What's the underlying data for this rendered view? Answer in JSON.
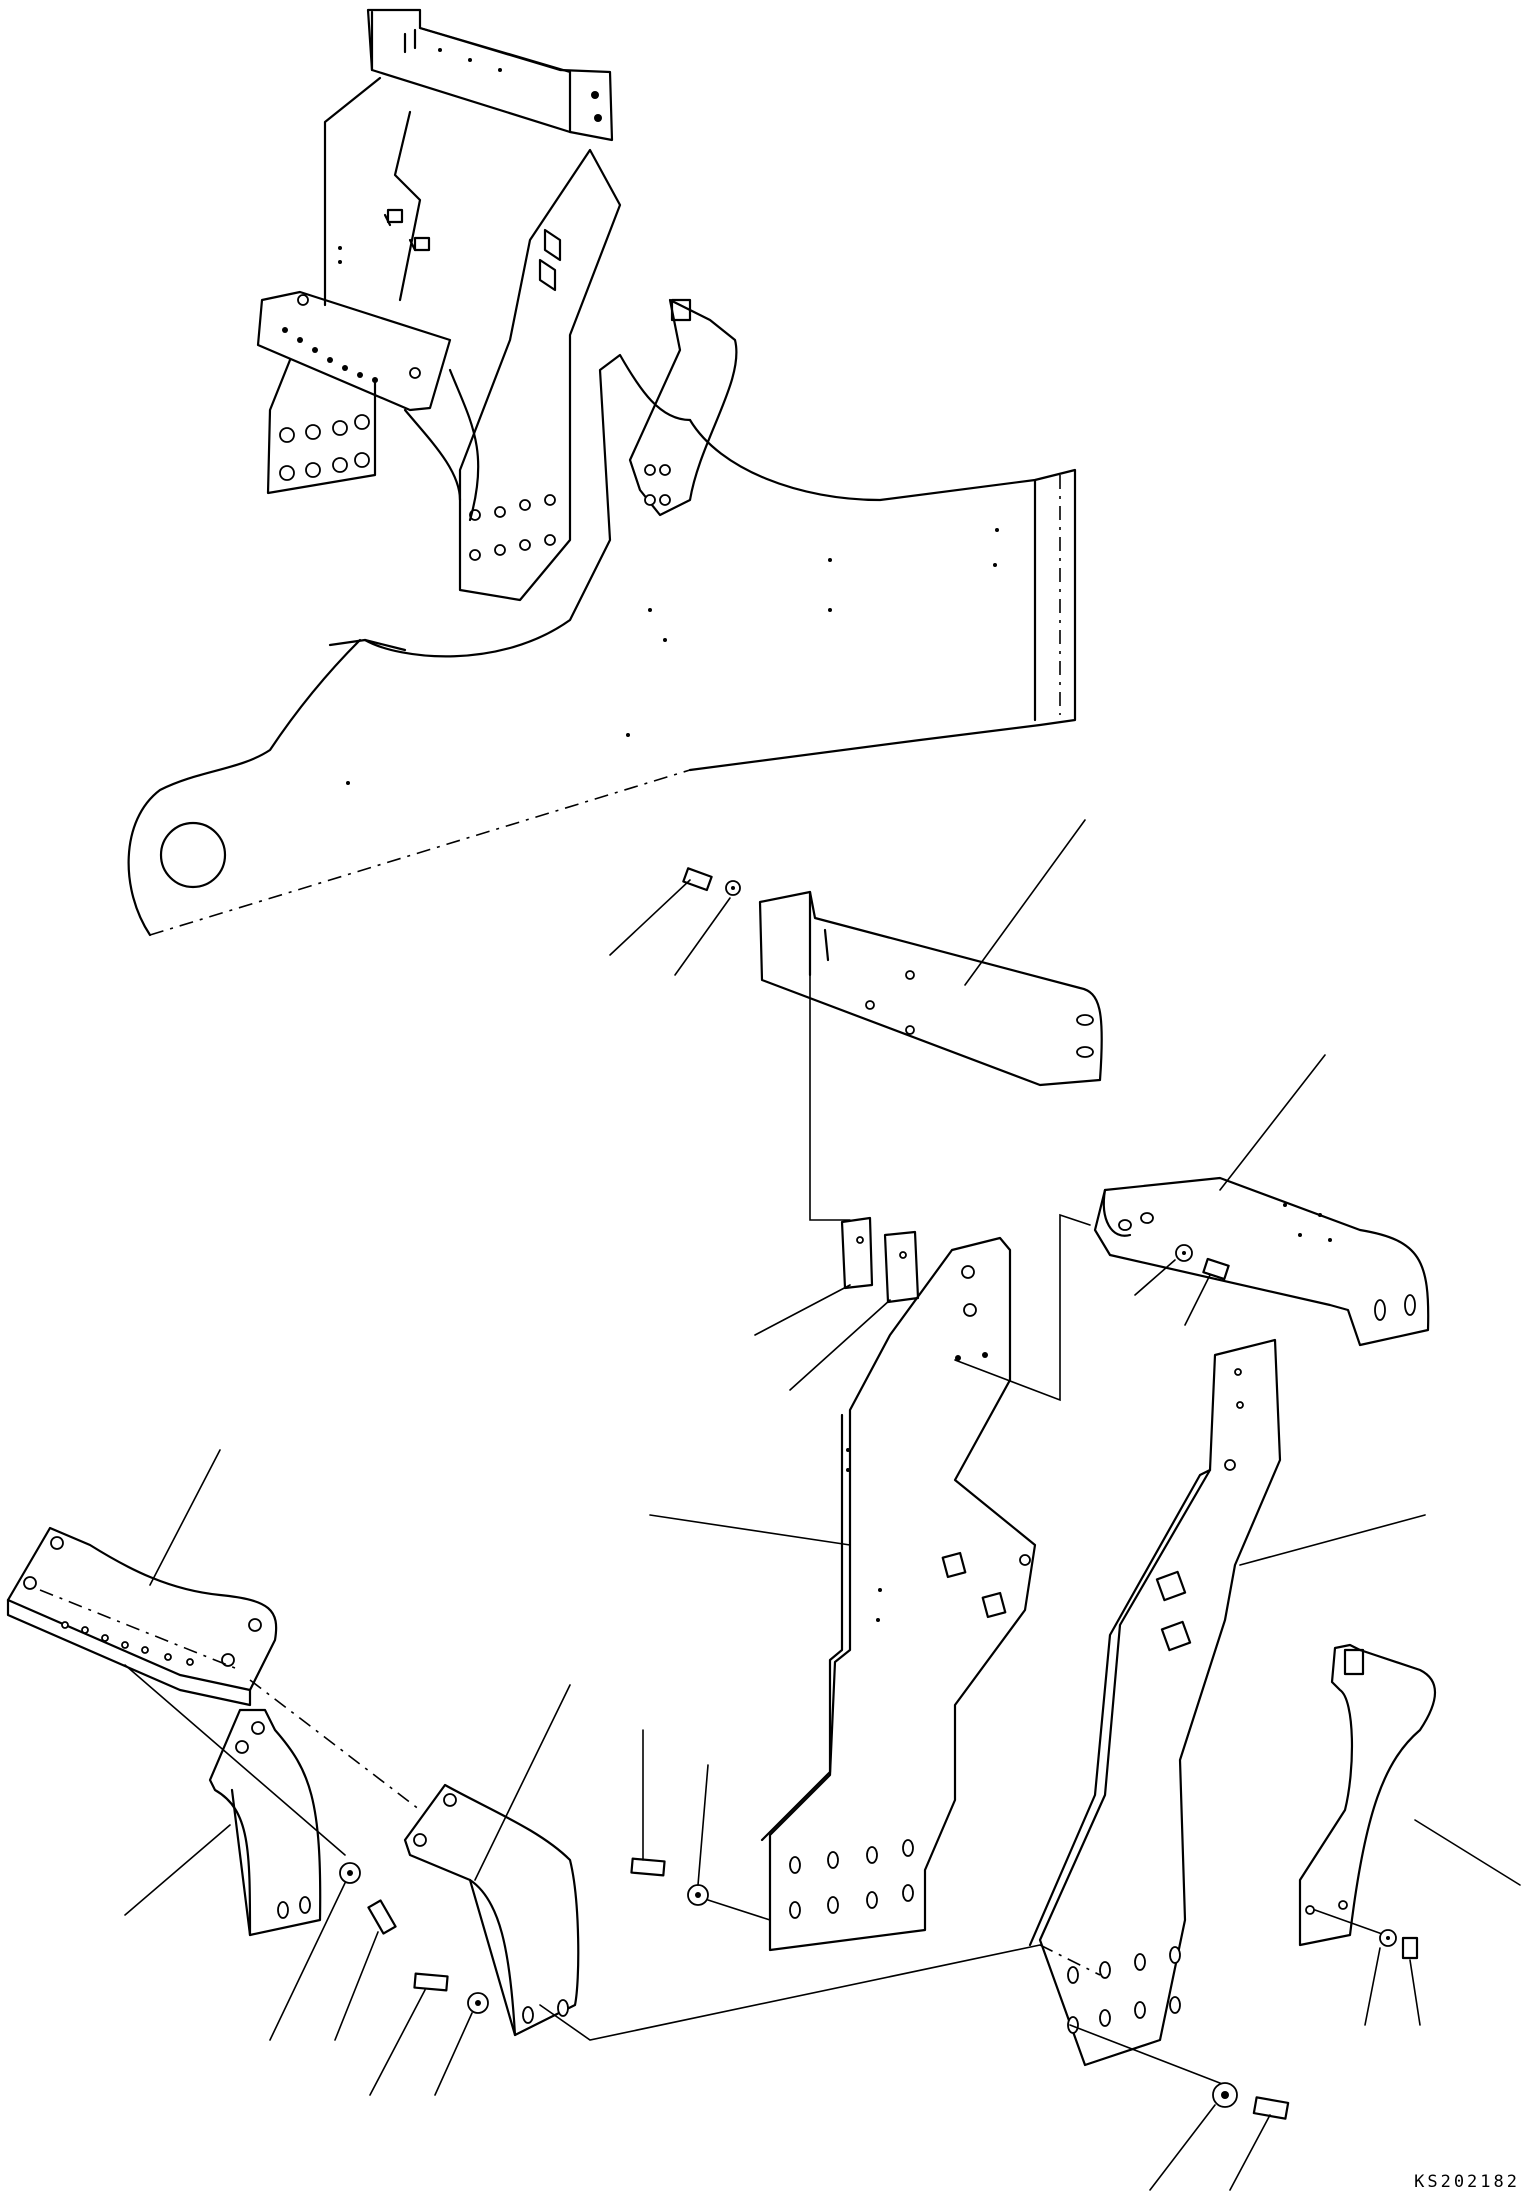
{
  "drawing": {
    "code": "KS202182"
  },
  "parts": [
    {
      "id": "main-frame",
      "type": "frame"
    },
    {
      "id": "upper-bracket",
      "type": "bracket"
    },
    {
      "id": "spacer-plate-1",
      "type": "plate"
    },
    {
      "id": "spacer-plate-2",
      "type": "plate"
    },
    {
      "id": "right-top-bracket",
      "type": "bracket"
    },
    {
      "id": "center-support-arm",
      "type": "arm"
    },
    {
      "id": "right-support-arm",
      "type": "arm"
    },
    {
      "id": "left-cross-plate",
      "type": "plate"
    },
    {
      "id": "left-small-bracket",
      "type": "bracket"
    },
    {
      "id": "left-curved-bracket",
      "type": "bracket"
    },
    {
      "id": "far-right-bracket",
      "type": "bracket"
    },
    {
      "id": "bolt",
      "type": "fastener"
    },
    {
      "id": "washer",
      "type": "fastener"
    }
  ]
}
